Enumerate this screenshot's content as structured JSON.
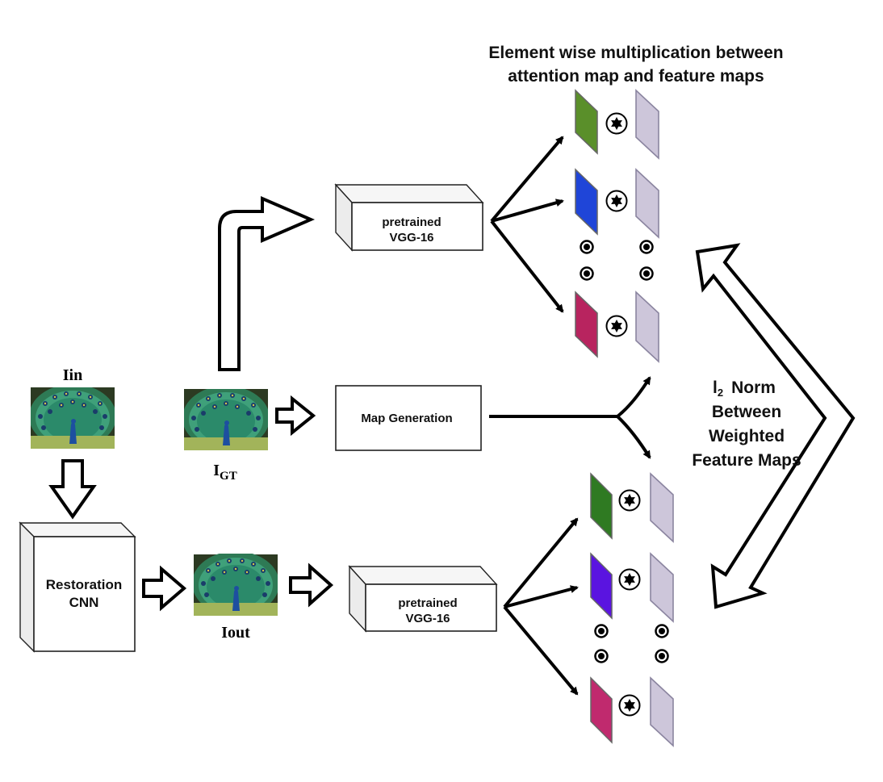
{
  "header": {
    "line1": "Element wise multiplication between",
    "line2": "attention map and feature maps"
  },
  "images": {
    "input_main": "I",
    "input_sub": "in",
    "gt_main": "I",
    "gt_sub": "GT",
    "out_main": "I",
    "out_sub": "out"
  },
  "blocks": {
    "vgg_top_line1": "pretrained",
    "vgg_top_line2": "VGG-16",
    "vgg_bottom_line1": "pretrained",
    "vgg_bottom_line2": "VGG-16",
    "map_generation": "Map Generation",
    "restoration_line1": "Restoration",
    "restoration_line2": "CNN"
  },
  "norm_label": {
    "symbol": "l",
    "subscript": "2",
    "word1": "Norm",
    "line2": "Between",
    "line3": "Weighted",
    "line4": "Feature Maps"
  },
  "colors": {
    "fmap_top": [
      "#5a8f2a",
      "#1f45d8",
      "#b8245f"
    ],
    "fmap_bottom": [
      "#2f7a22",
      "#5a14e0",
      "#c02a6e"
    ],
    "fmap_grey": "#cdc6da"
  },
  "icons": [
    "star-multiply-icon",
    "ellipsis-dot-icon",
    "peacock-image"
  ]
}
